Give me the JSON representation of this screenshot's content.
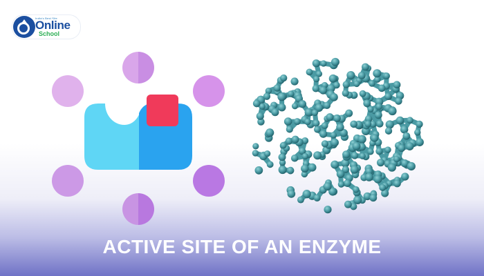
{
  "logo": {
    "tagline": "India's Best Site",
    "name": "Online",
    "sub": "School"
  },
  "illustration": {
    "substrate_color": "#f03a5a",
    "enzyme_light_color": "#5fd6f5",
    "enzyme_dark_color": "#2aa3ef",
    "molecule_color": "#4a9aa3"
  },
  "title": "ACTIVE SITE OF AN ENZYME"
}
